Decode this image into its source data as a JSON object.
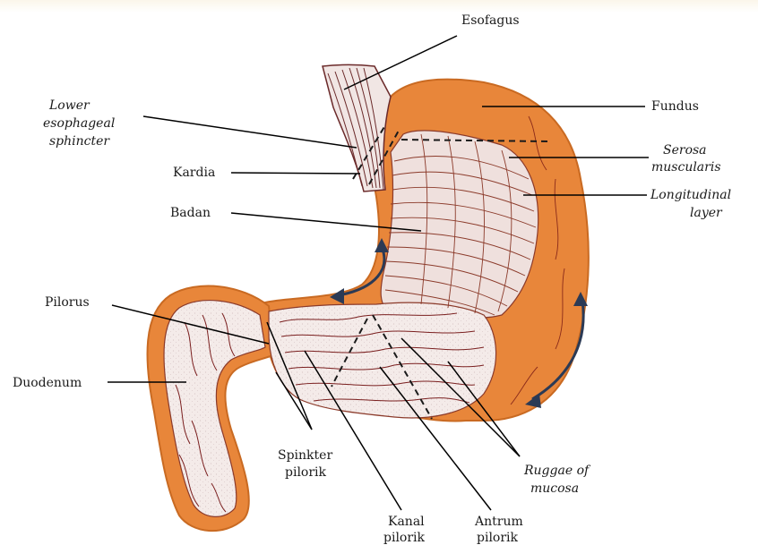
{
  "labels": {
    "esofagus": "Esofagus",
    "lower_es_1": "Lower",
    "lower_es_2": "esophageal",
    "lower_es_3": "sphincter",
    "kardia": "Kardia",
    "badan": "Badan",
    "pilorus": "Pilorus",
    "duodenum": "Duodenum",
    "fundus": "Fundus",
    "serosa_1": "Serosa",
    "serosa_2": "muscularis",
    "longitudinal_1": "Longitudinal",
    "longitudinal_2": "layer",
    "spinkter_1": "Spinkter",
    "spinkter_2": "pilorik",
    "kanal_1": "Kanal",
    "kanal_2": "pilorik",
    "antrum_1": "Antrum",
    "antrum_2": "pilorik",
    "ruggae_1": "Ruggae of",
    "ruggae_2": "mucosa"
  },
  "colors": {
    "outer_wall": "#e8863a",
    "outer_wall_dark": "#c96a22",
    "inner_mucosa": "#f3e6e4",
    "fold_lines": "#7a1f1f",
    "muscle_lines": "#8b3a2a",
    "leader_lines": "#000000",
    "arrows": "#2b3a55"
  }
}
